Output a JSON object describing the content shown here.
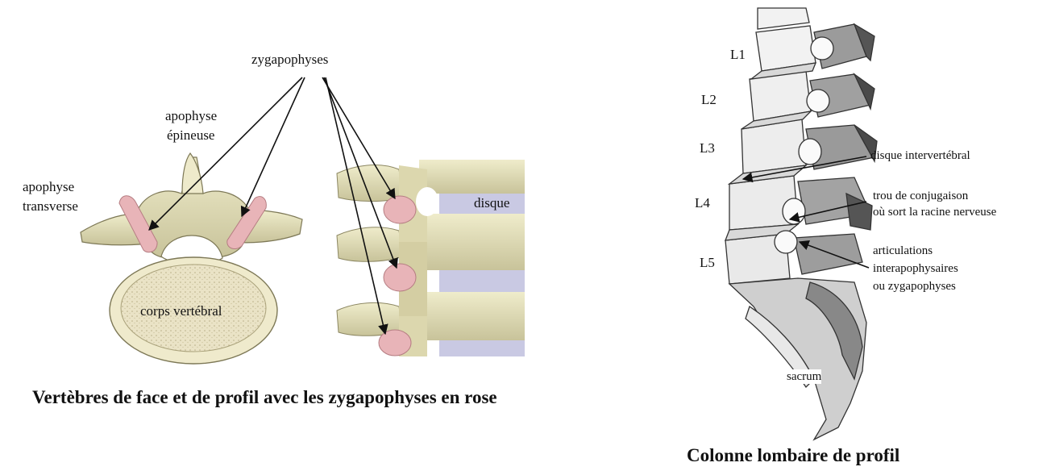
{
  "left_figure": {
    "labels": {
      "zygapophyses": "zygapophyses",
      "apophyse_epineuse_1": "apophyse",
      "apophyse_epineuse_2": "épineuse",
      "apophyse_transverse_1": "apophyse",
      "apophyse_transverse_2": "transverse",
      "corps_vertebral": "corps vertébral",
      "disque": "disque"
    },
    "caption": "Vertèbres de face et de profil avec les zygapophyses en rose"
  },
  "right_figure": {
    "vertebrae": [
      "L1",
      "L2",
      "L3",
      "L4",
      "L5"
    ],
    "labels": {
      "disque_intervertebral": "disque intervertébral",
      "trou_1": "trou de conjugaison",
      "trou_2": "où sort la racine nerveuse",
      "art_1": "articulations",
      "art_2": "interapophysaires",
      "art_3": "ou zygapophyses",
      "sacrum": "sacrum"
    },
    "caption": "Colonne lombaire de profil"
  },
  "colors": {
    "bone": "#e9e4bf",
    "bone_shadow": "#b9b48a",
    "zygapophysis_pink": "#e8b4b8",
    "disc_lavender": "#c9c9e3"
  }
}
